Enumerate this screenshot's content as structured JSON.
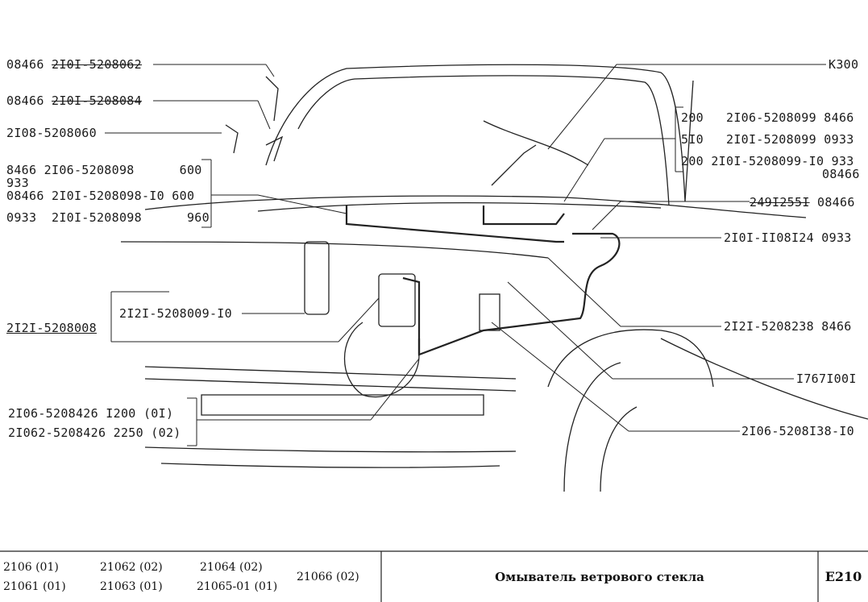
{
  "labels": {
    "l1": "08466",
    "l1b": "2I0I-5208062",
    "l2": "08466",
    "l2b": "2I0I-5208084",
    "l3": "2I08-5208060",
    "l4": "8466 2I06-5208098      600",
    "l4b": "933",
    "l5": "08466 2I0I-5208098-I0 600",
    "l6": "0933  2I0I-5208098      960",
    "l7": "2I2I-5208008",
    "l8": "2I2I-5208009-I0",
    "l9": "2I06-5208426 I200 (0I)",
    "l10": "2I062-5208426 2250 (02)",
    "r1": "K300",
    "r2": "200   2I06-5208099 8466",
    "r3": "5I0   2I0I-5208099 0933",
    "r4": "200 2I0I-5208099-I0 933",
    "r4b": "08466",
    "r5a": "249I255I",
    "r5b": "08466",
    "r6": "2I0I-II08I24 0933",
    "r7": "2I2I-5208238 8466",
    "r8": "I767I00I",
    "r9": "2I06-5208I38-I0"
  },
  "footer": {
    "models": [
      "2106 (01)",
      "21062 (02)",
      "21064 (02)",
      "21066 (02)",
      "21061 (01)",
      "21063 (01)",
      "21065-01 (01)"
    ],
    "title": "Омыватель ветрового стекла",
    "code": "E210"
  }
}
